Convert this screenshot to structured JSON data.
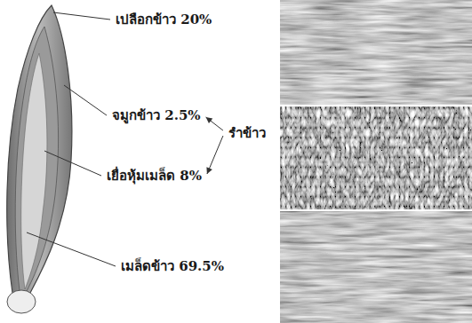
{
  "diagram": {
    "labels": [
      "เปลือกข้าว 20%",
      "จมูกข้าว 2.5%",
      "รำข้าว",
      "เยื่อหุ้มเมล็ด 8%",
      "เมล็ดข้าว 69.5%"
    ]
  }
}
